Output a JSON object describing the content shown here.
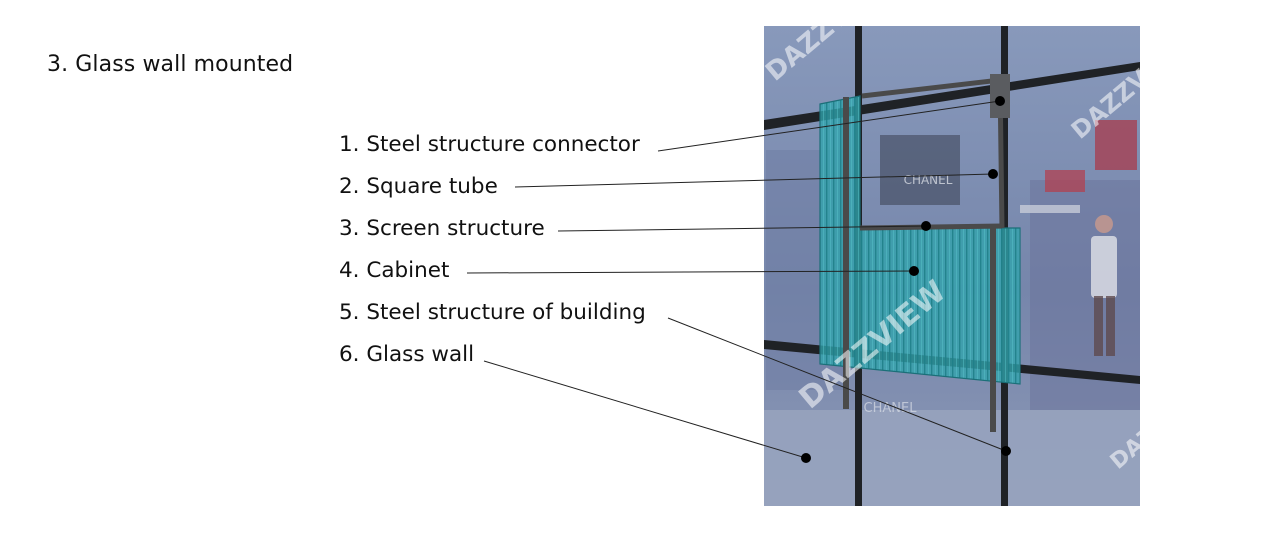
{
  "title": "3. Glass wall mounted",
  "labels": [
    "1. Steel structure connector",
    "2. Square tube",
    "3. Screen structure",
    "4. Cabinet",
    "5. Steel structure of building",
    "6. Glass wall"
  ],
  "watermark": "DAZZVIEW",
  "photo_text": {
    "store_sign_top": "CHANEL",
    "store_sign_bottom": "CHANEL"
  },
  "colors": {
    "glass": "#7a8bb0",
    "frame": "#1f2226",
    "cabinet": "#2fa4ad",
    "steel": "#4a4a4a",
    "leader": "#222222",
    "dot": "#000000"
  }
}
